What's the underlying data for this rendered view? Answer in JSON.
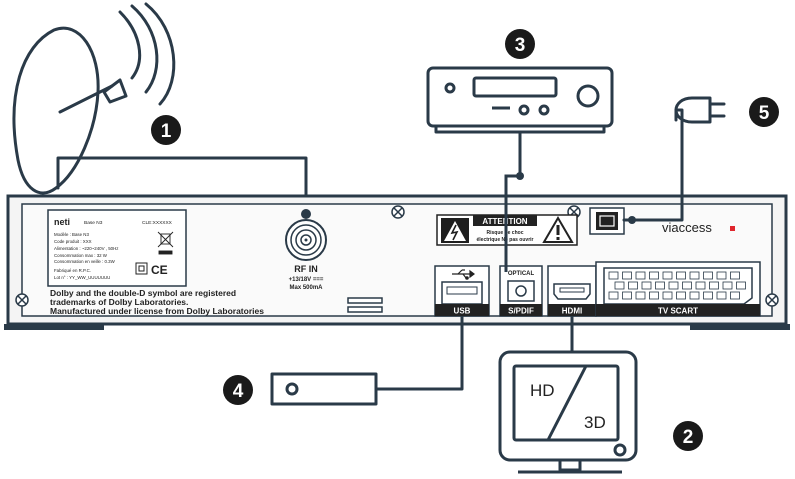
{
  "callouts": [
    "1",
    "2",
    "3",
    "4",
    "5"
  ],
  "label": {
    "brand": "neti",
    "model": "Base N3",
    "cle": "CLE:XXXXXX",
    "lines": [
      "Modèle : Base N3",
      "Code produit : XXX",
      "Alimentation : ~220~240V , 50Hz",
      "Consommation max : 32 W",
      "Consommation en veille : 0.3W",
      "Fabriqué en R.P.C.",
      "Lot n° : YY_WW_UUUUUUU"
    ],
    "ce": "CE"
  },
  "dolby": {
    "lines": [
      "Dolby and the double-D symbol are registered",
      "trademarks of Dolby Laboratories.",
      "Manufactured under license from Dolby Laboratories"
    ]
  },
  "rf": {
    "title": "RF IN",
    "spec1": "+13/18V ===",
    "spec2": "Max 500mA"
  },
  "attention": {
    "title": "ATTENTION",
    "line1": "Risque de choc",
    "line2": "électrique Ne pas ouvrir"
  },
  "ports": {
    "usb": "USB",
    "optical_top": "OPTICAL",
    "spdif": "S/PDIF",
    "hdmi": "HDMI",
    "scart": "TV SCART"
  },
  "brand_right": "viaccess",
  "tv": {
    "hd": "HD",
    "threed": "3D"
  },
  "colors": {
    "callout": "#1a1a1a",
    "line": "#2a3a48",
    "brand_dot": "#e0262d"
  }
}
